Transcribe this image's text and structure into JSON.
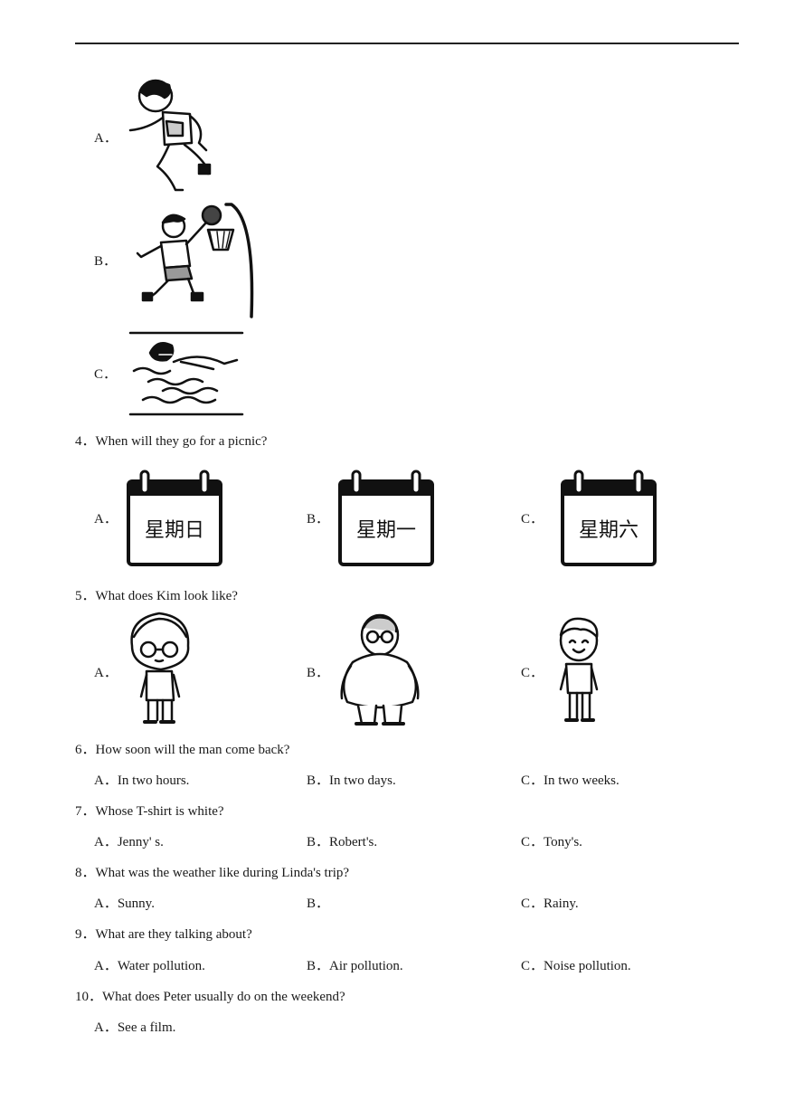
{
  "q3": {
    "options": [
      {
        "letter": "A．",
        "picture": "running-boy"
      },
      {
        "letter": "B．",
        "picture": "basketball-boy"
      },
      {
        "letter": "C．",
        "picture": "swimming-boy"
      }
    ]
  },
  "q4": {
    "question": "4．When will they go for a picnic?",
    "options": [
      {
        "letter": "A．",
        "calendar_text": "星期日"
      },
      {
        "letter": "B．",
        "calendar_text": "星期一"
      },
      {
        "letter": "C．",
        "calendar_text": "星期六"
      }
    ]
  },
  "q5": {
    "question": "5．What does Kim look like?",
    "options": [
      {
        "letter": "A．",
        "picture": "boy-with-glasses"
      },
      {
        "letter": "B．",
        "picture": "fat-boy-with-glasses"
      },
      {
        "letter": "C．",
        "picture": "smiling-boy"
      }
    ]
  },
  "q6": {
    "question": "6．How soon will the man come back?",
    "options": [
      "A．In two hours.",
      "B．In two days.",
      "C．In two weeks."
    ]
  },
  "q7": {
    "question": "7．Whose T-shirt is white?",
    "options": [
      "A．Jenny' s.",
      "B．Robert's.",
      "C．Tony's."
    ]
  },
  "q8": {
    "question": "8．What was the weather like during Linda's trip?",
    "options": [
      "A．Sunny.",
      "B．",
      "C．Rainy."
    ]
  },
  "q9": {
    "question": "9．What are they talking about?",
    "options": [
      "A．Water pollution.",
      "B．Air pollution.",
      "C．Noise pollution."
    ]
  },
  "q10": {
    "question": "10．What does Peter usually do on the weekend?",
    "options": [
      "A．See a film."
    ]
  }
}
